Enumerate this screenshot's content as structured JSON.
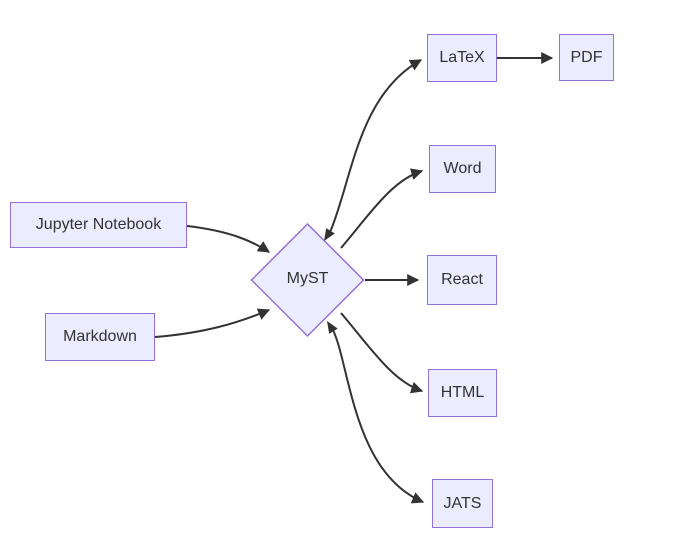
{
  "diagram": {
    "type": "flowchart",
    "orientation": "left-to-right",
    "background": "#FFFFFF",
    "colors": {
      "node_fill": "#ECECFF",
      "node_border": "#9370DB",
      "edge_stroke": "#333333",
      "label_text": "#333333"
    },
    "nodes": [
      {
        "id": "jupyter-notebook",
        "label": "Jupyter Notebook",
        "shape": "rectangle"
      },
      {
        "id": "markdown",
        "label": "Markdown",
        "shape": "rectangle"
      },
      {
        "id": "myst",
        "label": "MyST",
        "shape": "diamond"
      },
      {
        "id": "latex",
        "label": "LaTeX",
        "shape": "rectangle"
      },
      {
        "id": "pdf",
        "label": "PDF",
        "shape": "rectangle"
      },
      {
        "id": "word",
        "label": "Word",
        "shape": "rectangle"
      },
      {
        "id": "react",
        "label": "React",
        "shape": "rectangle"
      },
      {
        "id": "html",
        "label": "HTML",
        "shape": "rectangle"
      },
      {
        "id": "jats",
        "label": "JATS",
        "shape": "rectangle"
      }
    ],
    "edges": [
      {
        "from": "Jupyter Notebook",
        "to": "MyST",
        "arrows": "forward"
      },
      {
        "from": "Markdown",
        "to": "MyST",
        "arrows": "forward"
      },
      {
        "from": "MyST",
        "to": "LaTeX",
        "arrows": "both"
      },
      {
        "from": "LaTeX",
        "to": "PDF",
        "arrows": "forward"
      },
      {
        "from": "MyST",
        "to": "Word",
        "arrows": "forward"
      },
      {
        "from": "MyST",
        "to": "React",
        "arrows": "forward"
      },
      {
        "from": "MyST",
        "to": "HTML",
        "arrows": "forward"
      },
      {
        "from": "MyST",
        "to": "JATS",
        "arrows": "both"
      }
    ]
  }
}
